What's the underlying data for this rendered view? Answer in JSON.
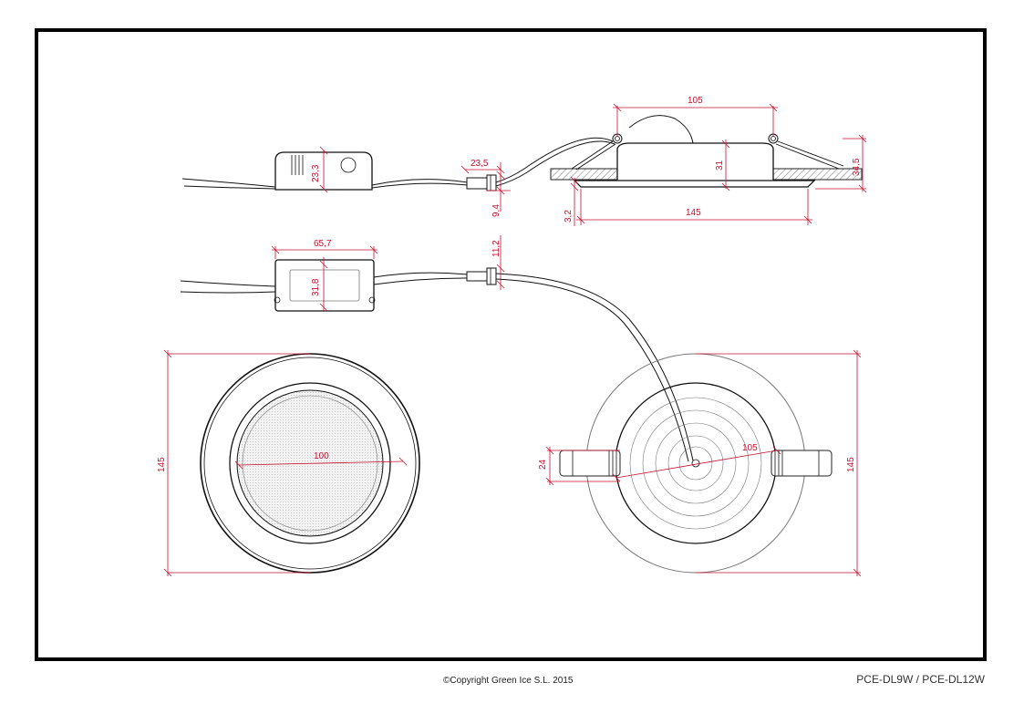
{
  "footer": {
    "copyright": "©Copyright Green Ice S.L. 2015",
    "model": "PCE-DL9W / PCE-DL12W"
  },
  "dimensions": {
    "top_width": "105",
    "height_31": "31",
    "height_total": "34,5",
    "bottom_width": "145",
    "ring_thickness": "3,2",
    "driver_side_height": "23,3",
    "connector_length": "23,5",
    "connector_height": "9,4",
    "driver_top_length": "65,7",
    "driver_top_width": "31,8",
    "connector_top_width": "11,2",
    "front_diameter": "145",
    "lens_diameter": "100",
    "back_diameter": "145",
    "cutout_diameter": "105",
    "clip_height": "24"
  },
  "colors": {
    "dimension": "#c8102e",
    "outline": "#111111",
    "frame": "#000000"
  }
}
